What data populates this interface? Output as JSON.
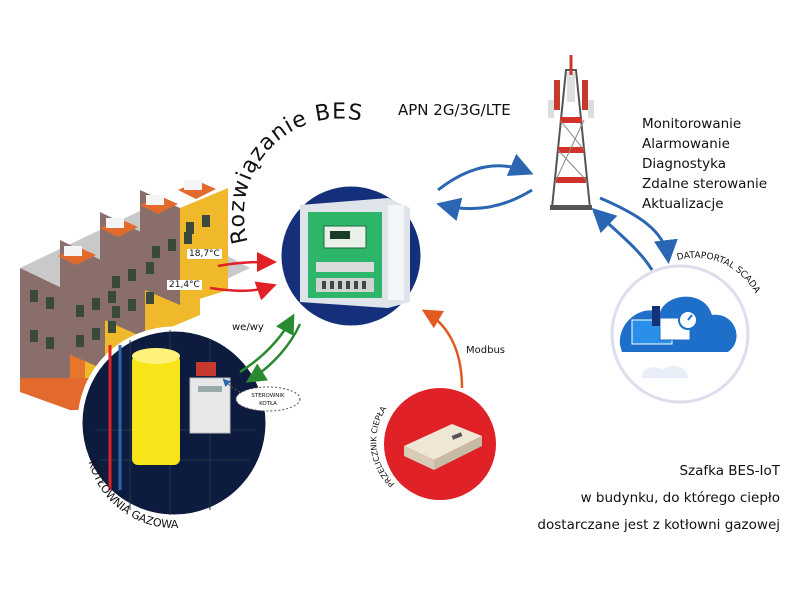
{
  "title": "Rozwiązanie BES",
  "apn_label": "APN 2G/3G/LTE",
  "features": [
    "Monitorowanie",
    "Alarmowanie",
    "Diagnostyka",
    "Zdalne sterowanie",
    "Aktualizacje"
  ],
  "dataportal_label": "DATAPORTAL SCADA",
  "modbus_label": "Modbus",
  "weby_label": "we/wy",
  "heat_exchanger_label": "PRZELICZNIK CIEPŁA",
  "boiler_room_label": "KOTŁOWNIA GAZOWA",
  "boiler_controller_label": [
    "STEROWNIK",
    "KOTŁA"
  ],
  "temperatures": [
    "18,7°C",
    "21,4°C"
  ],
  "description": [
    "Szafka BES-IoT",
    "w budynku, do którego ciepło",
    "dostarczane jest z kotłowni gazowej"
  ],
  "colors": {
    "navy": "#14307a",
    "arrow_blue": "#2a66b2",
    "arrow_red": "#e02128",
    "arrow_green": "#2a8a2f",
    "arrow_orange": "#e05a22",
    "building_wall": "#f0b92c",
    "building_side": "#8a6e6a",
    "building_orange": "#e36a2d",
    "boiler_yellow": "#f7e51a",
    "cabinet_green": "#2db56a"
  }
}
